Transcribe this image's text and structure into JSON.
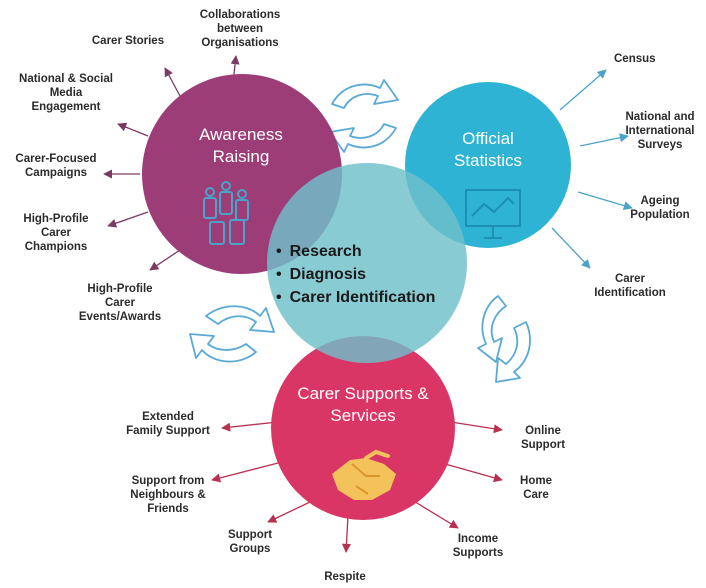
{
  "colors": {
    "awareness": "#9c3d78",
    "statistics": "#2eb3d4",
    "center": "#6fbfc9",
    "supports": "#d93565",
    "cycle_arrow": "#5aa9d6",
    "connector": "#444444"
  },
  "center": {
    "items": [
      "Research",
      "Diagnosis",
      "Carer Identification"
    ]
  },
  "circles": {
    "awareness": {
      "title": "Awareness\nRaising",
      "icon": "crowd-icon",
      "labels": [
        "Collaborations\nbetween\nOrganisations",
        "Carer Stories",
        "National & Social\nMedia\nEngagement",
        "Carer-Focused\nCampaigns",
        "High-Profile\nCarer\nChampions",
        "High-Profile\nCarer\nEvents/Awards"
      ]
    },
    "statistics": {
      "title": "Official\nStatistics",
      "icon": "presentation-chart-icon",
      "labels": [
        "Census",
        "National and\nInternational\nSurveys",
        "Ageing\nPopulation",
        "Carer\nIdentification"
      ]
    },
    "supports": {
      "title": "Carer Supports &\nServices",
      "icon": "handshake-icon",
      "labels": [
        "Extended\nFamily Support",
        "Support from\nNeighbours &\nFriends",
        "Support\nGroups",
        "Respite",
        "Income\nSupports",
        "Home\nCare",
        "Online\nSupport"
      ]
    }
  }
}
